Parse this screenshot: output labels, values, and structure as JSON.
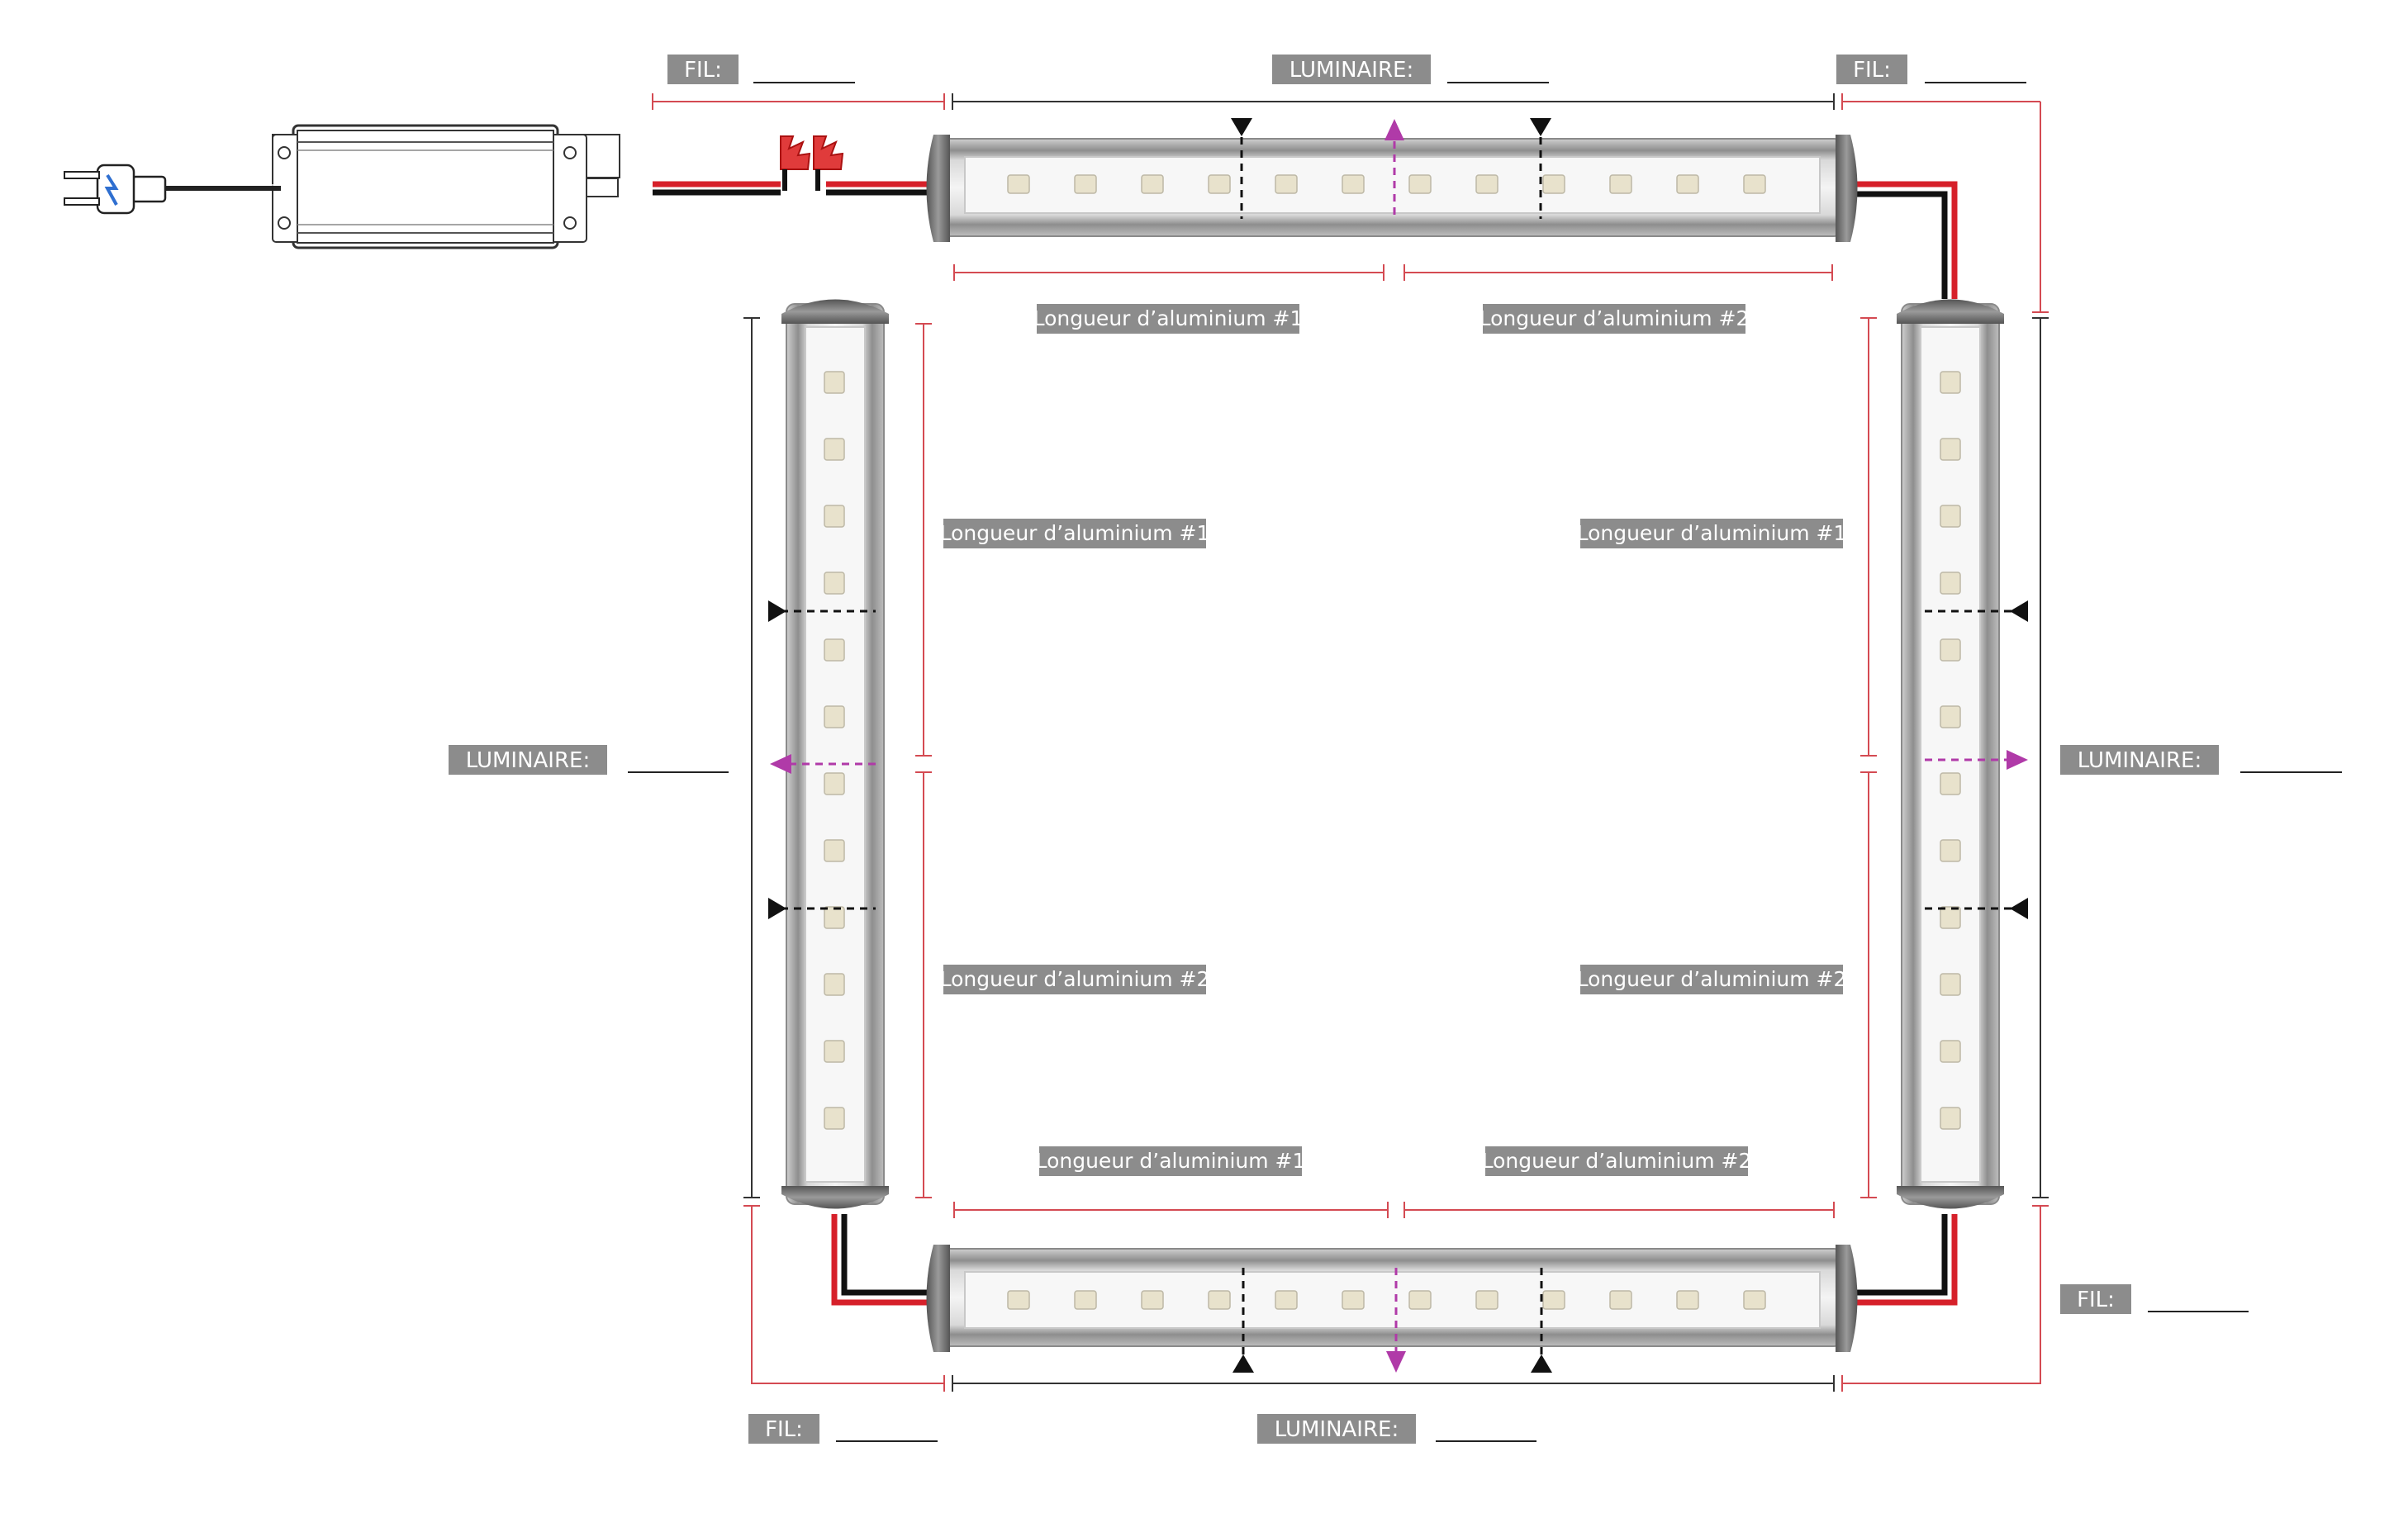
{
  "labels": {
    "fil": "FIL:",
    "luminaire": "LUMINAIRE:",
    "alu1": "Longueur d’aluminium #1",
    "alu2": "Longueur d’aluminium #2",
    "blank": "_______"
  },
  "colors": {
    "tag_bg": "#8c8c8c",
    "dimension_line": "#d44a52",
    "wire_positive": "#d6202a",
    "wire_negative": "#111111",
    "center_mark": "#b03aa8",
    "cut_mark": "#111111",
    "profile": "#9a9a9a",
    "end_cap": "#6f6f6f",
    "led": "#e8e2cc"
  },
  "icons": {
    "power_supply": "power-supply-icon",
    "plug": "ac-plug-icon",
    "connectors": "wire-nut-icon",
    "cut_marker": "triangle-cut-marker-icon",
    "center_marker": "arrow-center-marker-icon"
  }
}
